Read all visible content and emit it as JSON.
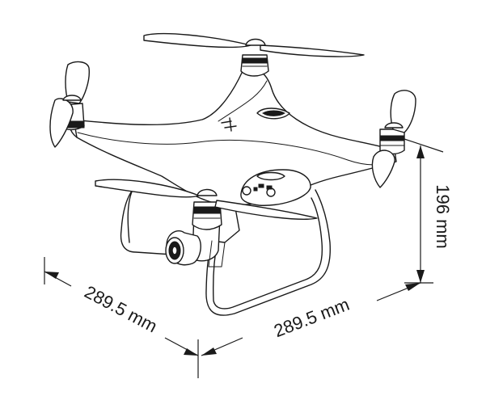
{
  "dimensions": {
    "depth": "289.5 mm",
    "width": "289.5 mm",
    "height": "196 mm"
  }
}
